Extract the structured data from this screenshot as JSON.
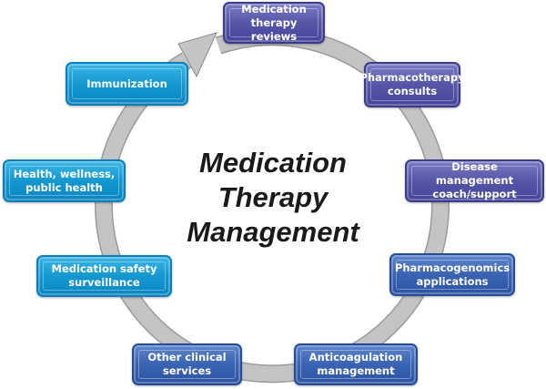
{
  "title_lines": [
    "Medication",
    "Therapy",
    "Management"
  ],
  "colors": {
    "cyan": "#1498cf",
    "purple": "#5656a8",
    "blue": "#3a63b2",
    "ring": "#bdbdbf"
  },
  "boxes": [
    {
      "label": "Medication therapy reviews"
    },
    {
      "label": "Pharmacotherapy consults"
    },
    {
      "label": "Disease management coach/support"
    },
    {
      "label": "Pharmacogenomics applications"
    },
    {
      "label": "Anticoagulation management"
    },
    {
      "label": "Other clinical services"
    },
    {
      "label": "Medication safety surveillance"
    },
    {
      "label": "Health, wellness, public health"
    },
    {
      "label": "Immunization"
    }
  ]
}
